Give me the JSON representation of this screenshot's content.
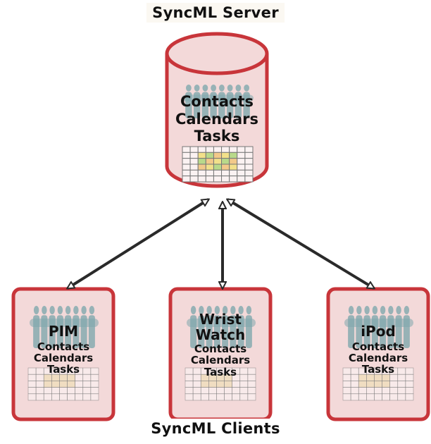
{
  "server": {
    "title": "SyncML Server",
    "items": [
      "Contacts",
      "Calendars",
      "Tasks"
    ]
  },
  "clients": {
    "title": "SyncML Clients",
    "devices": [
      {
        "name": [
          "PIM"
        ],
        "items": [
          "Contacts",
          "Calendars",
          "Tasks"
        ]
      },
      {
        "name": [
          "Wrist",
          "Watch"
        ],
        "items": [
          "Contacts",
          "Calendars",
          "Tasks"
        ]
      },
      {
        "name": [
          "iPod"
        ],
        "items": [
          "Contacts",
          "Calendars",
          "Tasks"
        ]
      }
    ]
  },
  "colors": {
    "outline": "#c8353a",
    "fill": "#f3d9d9",
    "people": "#7fa7ad",
    "arrow": "#2a2a2a",
    "grid": "#777777"
  }
}
